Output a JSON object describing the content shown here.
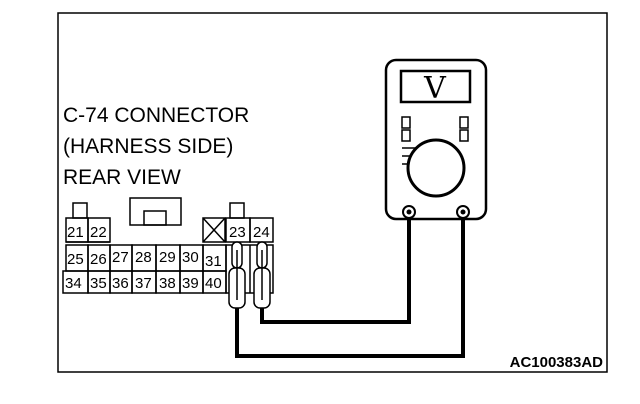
{
  "connector": {
    "title_lines": [
      "C-74 CONNECTOR",
      "(HARNESS SIDE)",
      "REAR VIEW"
    ],
    "row1_pins": [
      "21",
      "22",
      "23",
      "24"
    ],
    "row2_pins": [
      "25",
      "26",
      "27",
      "28",
      "29",
      "30",
      "31"
    ],
    "row3_pins": [
      "34",
      "35",
      "36",
      "37",
      "38",
      "39",
      "40"
    ]
  },
  "meter": {
    "display_symbol": "V"
  },
  "figure": {
    "reference_code": "AC100383AD"
  }
}
